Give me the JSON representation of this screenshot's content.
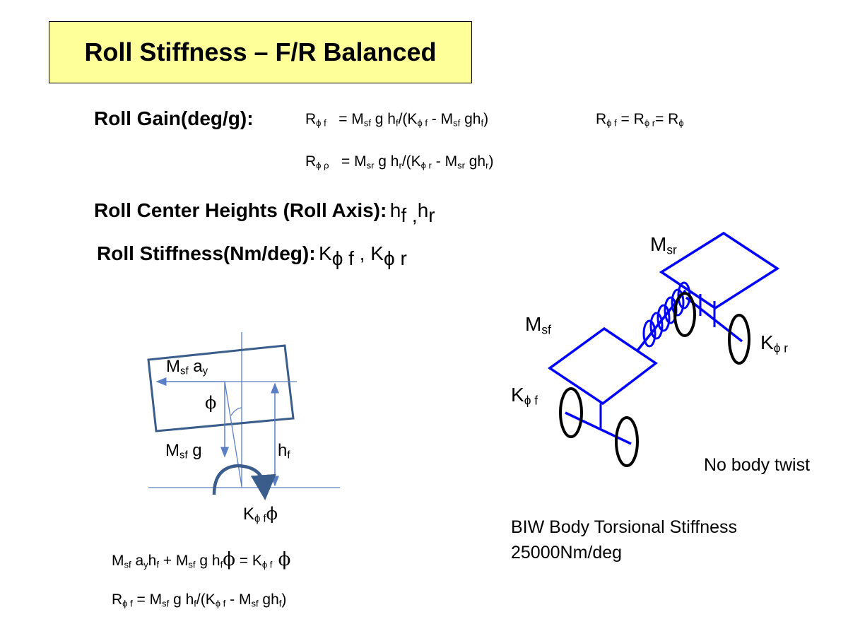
{
  "title": "Roll Stiffness – F/R Balanced",
  "roll_gain": {
    "label": "Roll Gain(deg/g):",
    "eq1": {
      "R": "R",
      "phi": "ϕ",
      "sub": " f",
      "rest_a": " = M",
      "sub_sf": "sf",
      "rest_b": " g h",
      "sub_f": "f",
      "rest_c": "/(K",
      "sub_phi_f": "ϕ f",
      "rest_d": " - M",
      "sub_sf2": "sf",
      "rest_e": " gh",
      "sub_f2": "f",
      "rest_f": ")"
    },
    "eq2": {
      "R": "R",
      "sub": "ϕ ρ",
      "rest_a": " = M",
      "sub_sr": "sr",
      "rest_b": " g h",
      "sub_r": "r",
      "rest_c": "/(K",
      "sub_phi_r": "ϕ r",
      "rest_d": " - M",
      "sub_sr2": "sr",
      "rest_e": " gh",
      "sub_r2": "r",
      "rest_f": ")"
    },
    "eq3": {
      "R1": "R",
      "sub1": "ϕ f",
      "mid1": " = R",
      "sub2": "ϕ r",
      "mid2": "= R",
      "sub3": "ϕ"
    }
  },
  "roll_center": {
    "label": "Roll Center Heights (Roll Axis):",
    "h1": "h",
    "s1": "f ,",
    "h2": "h",
    "s2": "r"
  },
  "roll_stiffness": {
    "label": "Roll Stiffness(Nm/deg):",
    "k1": "K",
    "s1": "ϕ f",
    "sep": " , ",
    "k2": "K",
    "s2": "ϕ r"
  },
  "left_diagram": {
    "msf_ay": {
      "M": "M",
      "sub": "sf",
      "a": " a",
      "sub2": "y"
    },
    "phi": "ϕ",
    "msf_g": {
      "M": "M",
      "sub": "sf",
      "g": " g"
    },
    "hf": {
      "h": "h",
      "sub": "f"
    },
    "kphi": {
      "K": "K",
      "sub": "ϕ f",
      "phi": "ϕ"
    }
  },
  "bottom_equations": {
    "eq1": {
      "M": "M",
      "s1": "sf",
      "a": " a",
      "s2": "y",
      "h": "h",
      "s3": "f",
      "plus": "  + M",
      "s4": "sf",
      "gh": "  g h",
      "s5": "f",
      "phi": "ϕ",
      "equals": " = K",
      "s6": "ϕ f",
      "phi2": "  ϕ"
    },
    "eq2": {
      "R": "R",
      "s1": "ϕ f",
      "a": "  = M",
      "s2": "sf",
      "b": "  g h",
      "s3": "f",
      "c": "/(K",
      "s4": "ϕ f",
      "d": " - M",
      "s5": "sf",
      "e": " gh",
      "s6": "f",
      "f": ")"
    }
  },
  "right_diagram": {
    "msr": {
      "M": "M",
      "sub": "sr"
    },
    "msf": {
      "M": "M",
      "sub": "sf"
    },
    "kr": {
      "K": "K",
      "sub": "ϕ r"
    },
    "kf": {
      "K": "K",
      "sub": "ϕ f"
    },
    "no_twist": "No body twist",
    "biw_line1": "BIW Body Torsional Stiffness",
    "biw_line2": "25000Nm/deg"
  },
  "colors": {
    "title_bg": "#ffff99",
    "body_blue": "#0000ff",
    "diagram_blue": "#3a5d8c",
    "line_blue": "#5b7fc4"
  }
}
